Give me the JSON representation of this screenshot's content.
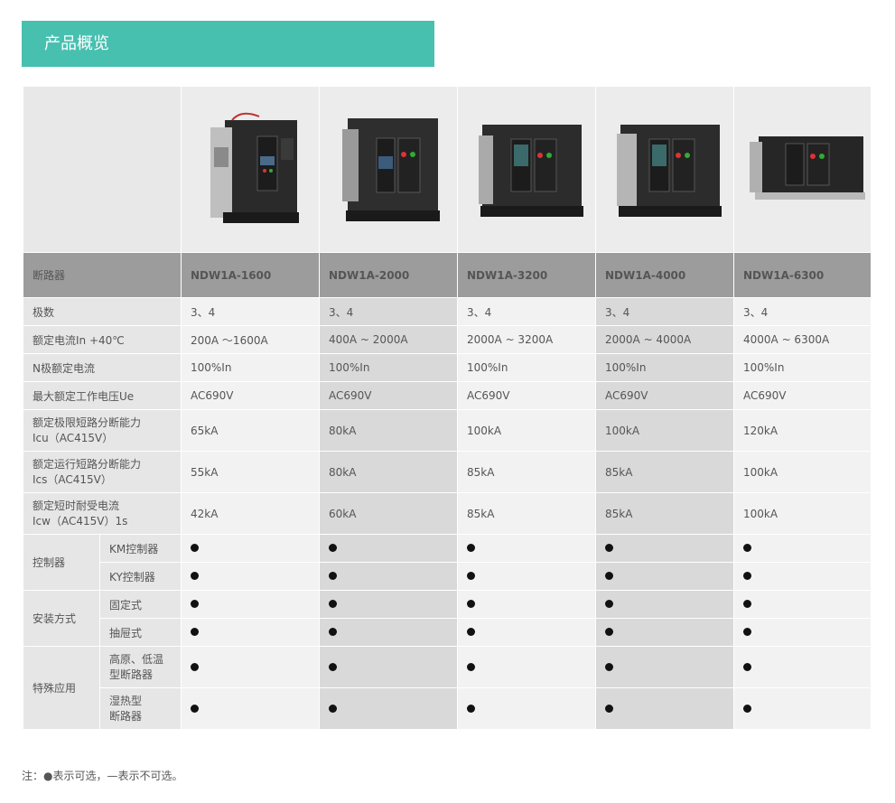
{
  "header": {
    "title": "产品概览"
  },
  "table": {
    "header_label": "断路器",
    "models": [
      "NDW1A-1600",
      "NDW1A-2000",
      "NDW1A-3200",
      "NDW1A-4000",
      "NDW1A-6300"
    ],
    "rows": [
      {
        "label": "极数",
        "values": [
          "3、4",
          "3、4",
          "3、4",
          "3、4",
          "3、4"
        ]
      },
      {
        "label": "额定电流In +40℃",
        "values": [
          "200A ～1600A",
          "400A ~ 2000A",
          "2000A ~ 3200A",
          "2000A ~ 4000A",
          "4000A ~ 6300A"
        ]
      },
      {
        "label": "N极额定电流",
        "values": [
          "100%In",
          "100%In",
          "100%In",
          "100%In",
          "100%In"
        ]
      },
      {
        "label": "最大额定工作电压Ue",
        "values": [
          "AC690V",
          "AC690V",
          "AC690V",
          "AC690V",
          "AC690V"
        ]
      },
      {
        "label_line1": "额定极限短路分断能力",
        "label_line2": "Icu（AC415V）",
        "values": [
          "65kA",
          "80kA",
          "100kA",
          "100kA",
          "120kA"
        ]
      },
      {
        "label_line1": "额定运行短路分断能力",
        "label_line2": "Ics（AC415V）",
        "values": [
          "55kA",
          "80kA",
          "85kA",
          "85kA",
          "100kA"
        ]
      },
      {
        "label_line1": "额定短时耐受电流",
        "label_line2": "Icw（AC415V）1s",
        "values": [
          "42kA",
          "60kA",
          "85kA",
          "85kA",
          "100kA"
        ]
      }
    ],
    "groups": [
      {
        "label": "控制器",
        "subs": [
          {
            "label": "KM控制器"
          },
          {
            "label": "KY控制器"
          }
        ]
      },
      {
        "label": "安装方式",
        "subs": [
          {
            "label": "固定式"
          },
          {
            "label": "抽屉式"
          }
        ]
      },
      {
        "label": "特殊应用",
        "subs": [
          {
            "line1": "高原、低温",
            "line2": "型断路器"
          },
          {
            "line1": "湿热型",
            "line2": "断路器"
          }
        ]
      }
    ]
  },
  "note": "注：●表示可选，—表示不可选。",
  "colors": {
    "accent": "#47c0b0",
    "header_gray": "#9c9c9c"
  },
  "icons": {
    "product_image": "circuit-breaker-image",
    "option_mark": "filled-dot-icon"
  }
}
